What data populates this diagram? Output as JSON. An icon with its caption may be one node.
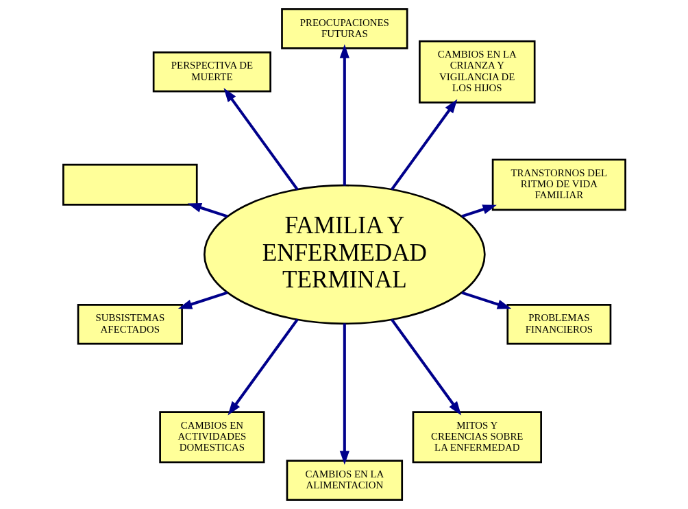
{
  "diagram": {
    "nodes": [
      {
        "text": [
          "FAMILIA Y ENFERMEDAD TERMINAL"
        ]
      },
      {
        "text": [
          "TRANSTORNOS DEL RITMO DE VIDA FAMILIAR"
        ]
      },
      {
        "text": [
          "CAMBIOS EN LA CRIANZA Y VIGILANCIA DE LOS HIJOS"
        ]
      },
      {
        "text": [
          "PREOCUPACIONES FUTURAS"
        ]
      },
      {
        "text": [
          "PERSPECTIVA DE MUERTE"
        ]
      },
      {
        "text": [],
        "shape": "box"
      },
      {
        "text": [
          "SUBSISTEMAS AFECTADOS"
        ]
      },
      {
        "text": [
          "CAMBIOS EN ACTIVIDADES DOMESTICAS"
        ]
      },
      {
        "text": [
          "CAMBIOS EN LA ALIMENTACION"
        ]
      },
      {
        "text": [
          "MITOS Y CREENCIAS SOBRE LA ENFERMEDAD"
        ]
      },
      {
        "text": [
          "PROBLEMAS FINANCIEROS"
        ]
      }
    ],
    "edges": [
      {
        "from": 0,
        "to": 1,
        "arrow": "to"
      },
      {
        "from": 0,
        "to": 2,
        "arrow": "to"
      },
      {
        "from": 0,
        "to": 3,
        "arrow": "to"
      },
      {
        "from": 0,
        "to": 4,
        "arrow": "to"
      },
      {
        "from": 0,
        "to": 5,
        "arrow": "to"
      },
      {
        "from": 0,
        "to": 6,
        "arrow": "to"
      },
      {
        "from": 0,
        "to": 7,
        "arrow": "to"
      },
      {
        "from": 0,
        "to": 8,
        "arrow": "to"
      },
      {
        "from": 0,
        "to": 9,
        "arrow": "to"
      },
      {
        "from": 0,
        "to": 10,
        "arrow": "to"
      }
    ]
  }
}
